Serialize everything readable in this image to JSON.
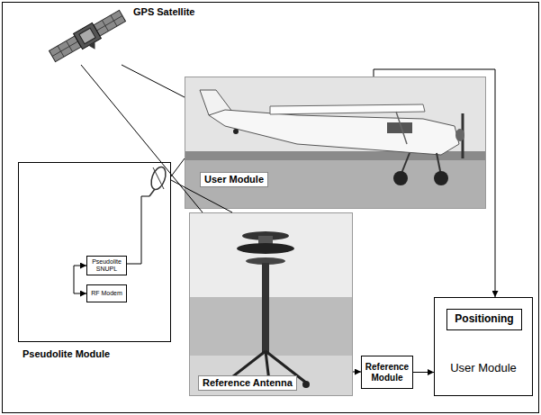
{
  "diagram": {
    "nodes": [
      {
        "text": [
          "GPS Satellite"
        ]
      },
      {
        "text": [
          "User Module"
        ]
      },
      {
        "text": [
          "Pseudolite Module"
        ]
      },
      {
        "text": [
          "Pseudolite SNUPL"
        ],
        "in": 2
      },
      {
        "text": [
          "RF Modem"
        ],
        "in": 2
      },
      {
        "text": [
          "Reference Antenna"
        ]
      },
      {
        "text": [
          "Reference Module"
        ]
      },
      {
        "text": [
          "User Module"
        ]
      },
      {
        "text": [
          "Positioning"
        ],
        "in": 7
      }
    ],
    "edges": [
      {
        "from": 0,
        "to": 1,
        "arrow": "none"
      },
      {
        "from": 0,
        "to": 5,
        "arrow": "none"
      },
      {
        "from": 2,
        "to": 1,
        "arrow": "none"
      },
      {
        "from": 2,
        "to": 5,
        "arrow": "none"
      },
      {
        "from": 3,
        "to": 4,
        "arrow": "both"
      },
      {
        "from": 1,
        "to": 7,
        "arrow": "to"
      },
      {
        "from": 5,
        "to": 6,
        "arrow": "to"
      },
      {
        "from": 6,
        "to": 7,
        "arrow": "to"
      }
    ]
  }
}
